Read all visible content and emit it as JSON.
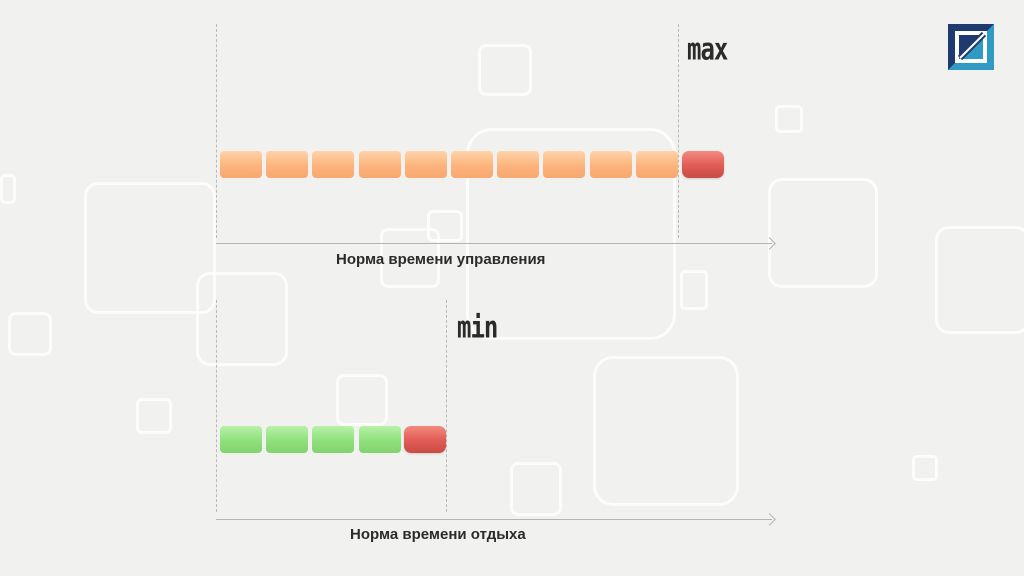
{
  "logo": {
    "icon": "square-logo-icon",
    "colors": [
      "#1f3a6e",
      "#2f9bc3",
      "#ffffff"
    ]
  },
  "diagram": {
    "control": {
      "marker": "max",
      "axis_label": "Норма времени управления",
      "normal_segments": 10,
      "over_segments": 1,
      "normal_color": "#fcb47c",
      "over_color": "#e15f57"
    },
    "rest": {
      "marker": "min",
      "axis_label": "Норма времени отдыха",
      "normal_segments": 4,
      "over_segments": 1,
      "normal_color": "#8fe07c",
      "over_color": "#e15f57"
    }
  }
}
